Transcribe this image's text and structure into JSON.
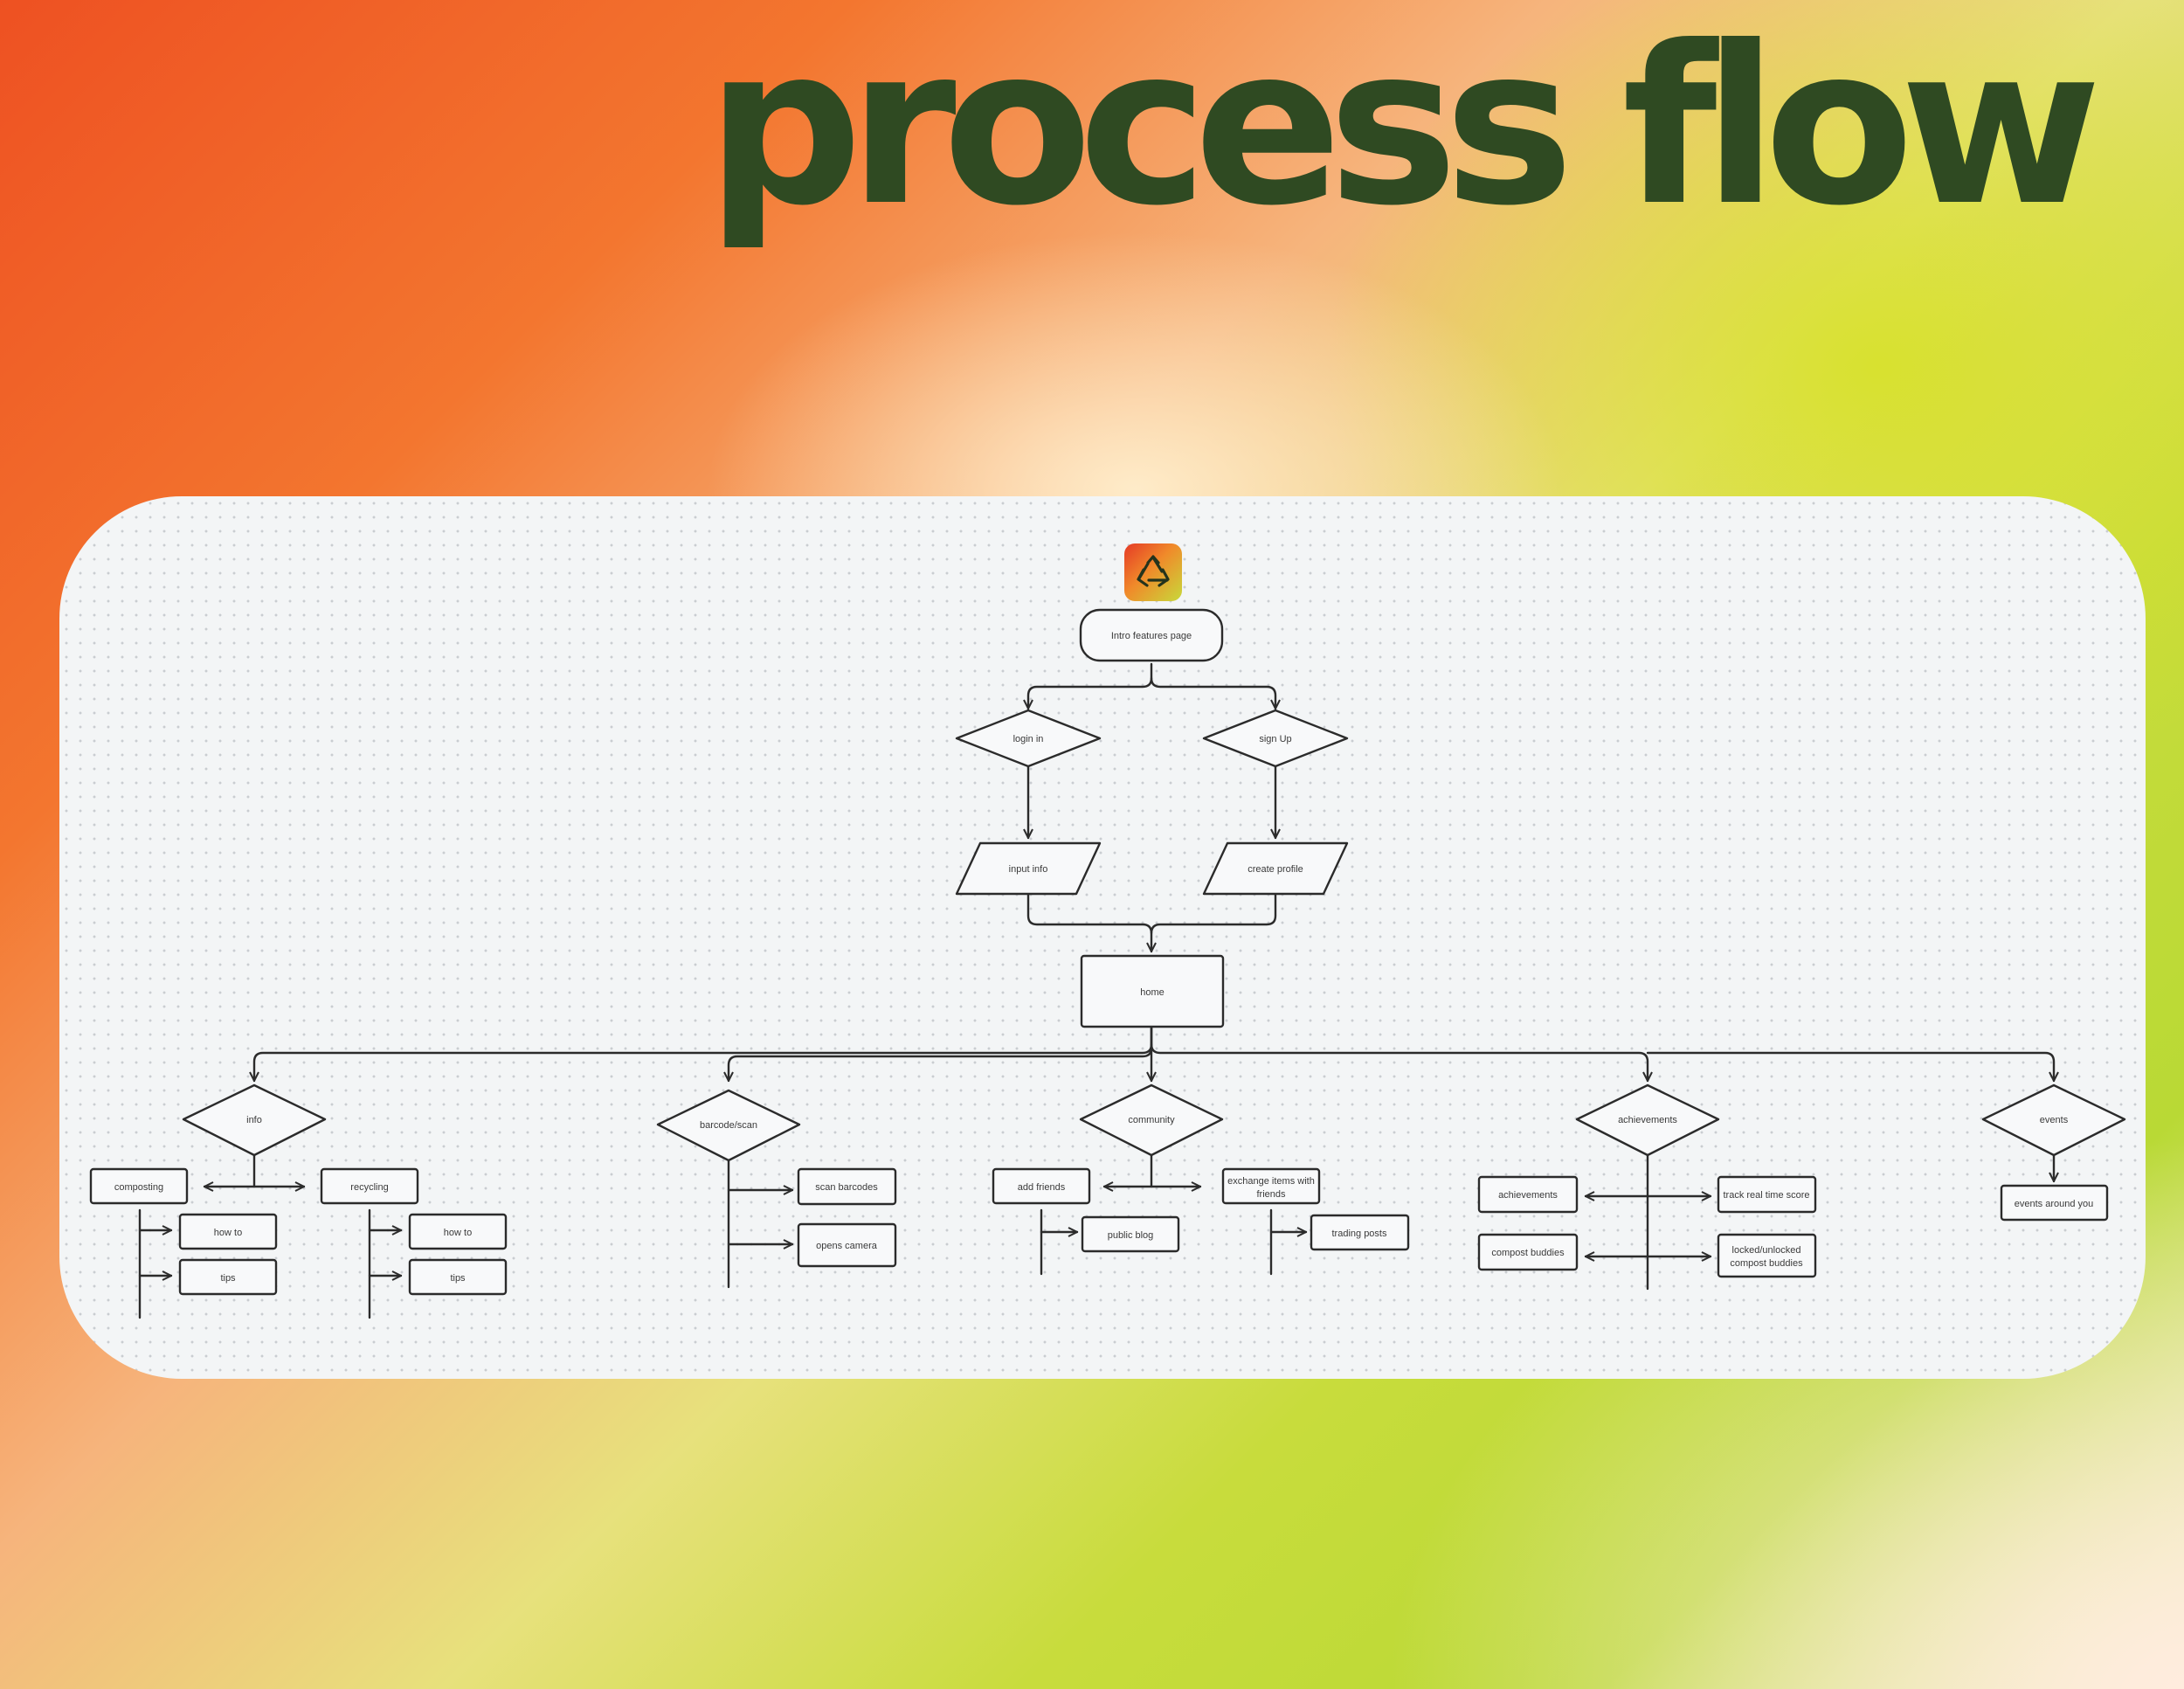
{
  "title": "process flow",
  "colors": {
    "title": "#2f4a22",
    "stroke": "#2b2b2b",
    "panel": "#f3f5f6"
  },
  "logo": {
    "icon": "recycle-icon"
  },
  "nodes": {
    "intro": "Intro features page",
    "login": "login in",
    "signup": "sign Up",
    "input_info": "input info",
    "create_profile": "create profile",
    "home": "home",
    "info": "info",
    "composting": "composting",
    "recycling": "recycling",
    "composting_how_to": "how to",
    "composting_tips": "tips",
    "recycling_how_to": "how to",
    "recycling_tips": "tips",
    "barcode_scan": "barcode/scan",
    "scan_barcodes": "scan barcodes",
    "opens_camera": "opens camera",
    "community": "community",
    "add_friends": "add friends",
    "public_blog": "public blog",
    "exchange_items_line1": "exchange items with",
    "exchange_items_line2": "friends",
    "trading_posts": "trading posts",
    "achievements_decision": "achievements",
    "achievements_box": "achievements",
    "compost_buddies": "compost buddies",
    "track_real_time_score": "track real time score",
    "locked_unlocked_line1": "locked/unlocked",
    "locked_unlocked_line2": "compost buddies",
    "events": "events",
    "events_around_you": "events around you"
  }
}
